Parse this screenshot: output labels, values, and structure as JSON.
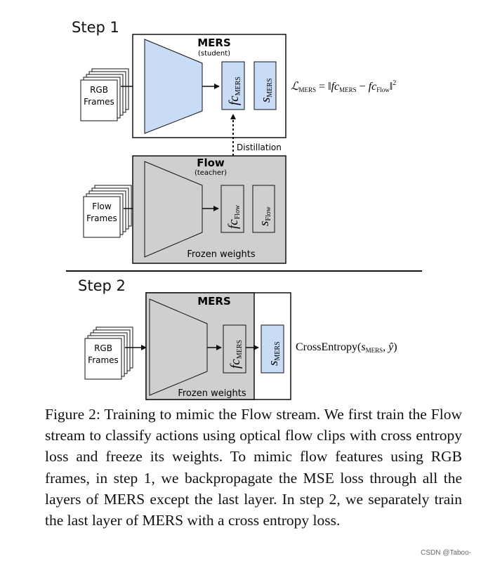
{
  "step1": {
    "label": "Step 1",
    "mers_title": "MERS",
    "mers_sub": "(student)",
    "input_line1": "RGB",
    "input_line2": "Frames",
    "fc_main": "fc",
    "fc_sub": "MERS",
    "s_main": "s",
    "s_sub": "MERS",
    "loss_main": "ℒ",
    "loss_main_sub": "MERS",
    "loss_eq": " = ‖",
    "loss_t1": "fc",
    "loss_t1_sub": "MERS",
    "loss_minus": " − ",
    "loss_t2": "fc",
    "loss_t2_sub": "Flow",
    "loss_end": "‖",
    "loss_sq": "2",
    "distillation": "Distillation"
  },
  "flow": {
    "title": "Flow",
    "sub": "(teacher)",
    "input_line1": "Flow",
    "input_line2": "Frames",
    "fc_main": "fc",
    "fc_sub": "Flow",
    "s_main": "s",
    "s_sub": "Flow",
    "frozen": "Frozen weights"
  },
  "step2": {
    "label": "Step 2",
    "mers_title": "MERS",
    "input_line1": "RGB",
    "input_line2": "Frames",
    "fc_main": "fc",
    "fc_sub": "MERS",
    "s_main": "s",
    "s_sub": "MERS",
    "frozen": "Frozen weights",
    "ce_main": "CrossEntropy(",
    "ce_s": "s",
    "ce_s_sub": "MERS",
    "ce_mid": ", ",
    "ce_y": "ŷ",
    "ce_end": ")"
  },
  "caption": "Figure 2: Training to mimic the Flow stream. We first train the Flow stream to classify actions using optical flow clips with cross entropy loss and freeze its weights. To mimic flow features using RGB frames, in step 1, we backpropagate the MSE loss through all the layers of MERS except the last layer. In step 2, we separately train the last layer of MERS with a cross entropy loss.",
  "watermark": "CSDN @Taboo-",
  "colors": {
    "student_fill": "#c9dcf6",
    "frozen_fill": "#cfcfcf",
    "stroke": "#111111"
  }
}
